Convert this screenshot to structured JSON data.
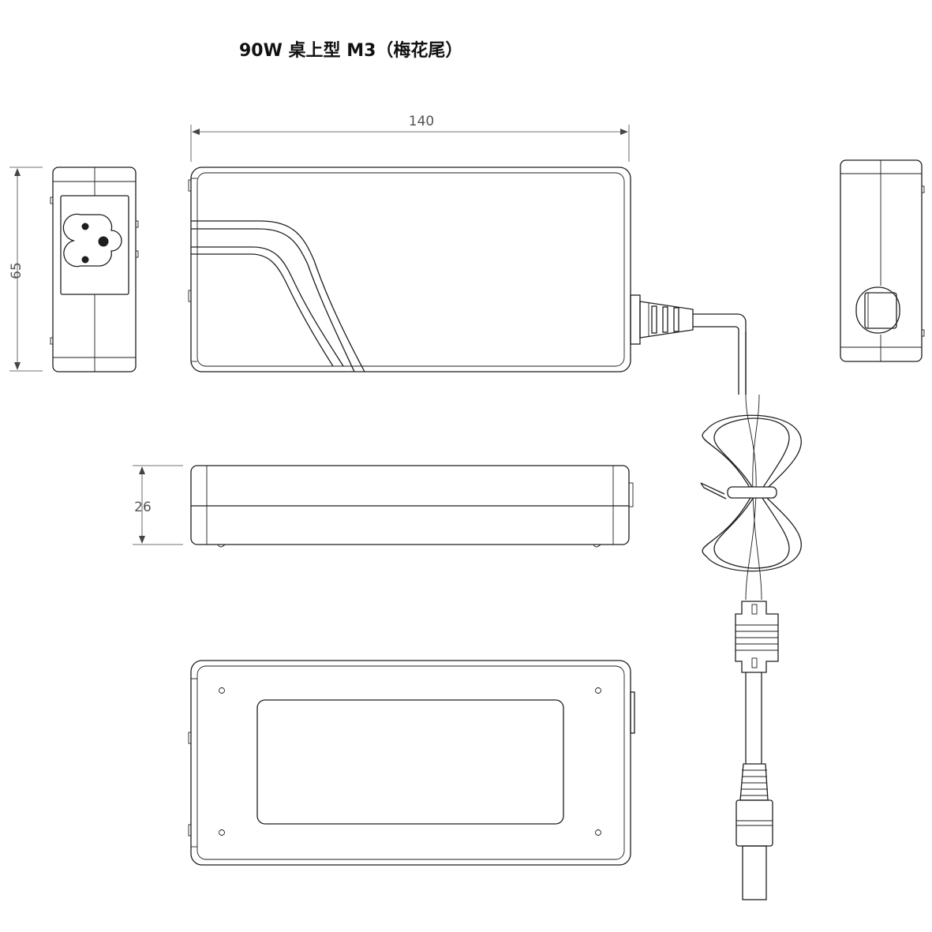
{
  "title": "90W 桌上型 M3（梅花尾）",
  "dimensions": {
    "length": "140",
    "width": "65",
    "height": "26"
  }
}
